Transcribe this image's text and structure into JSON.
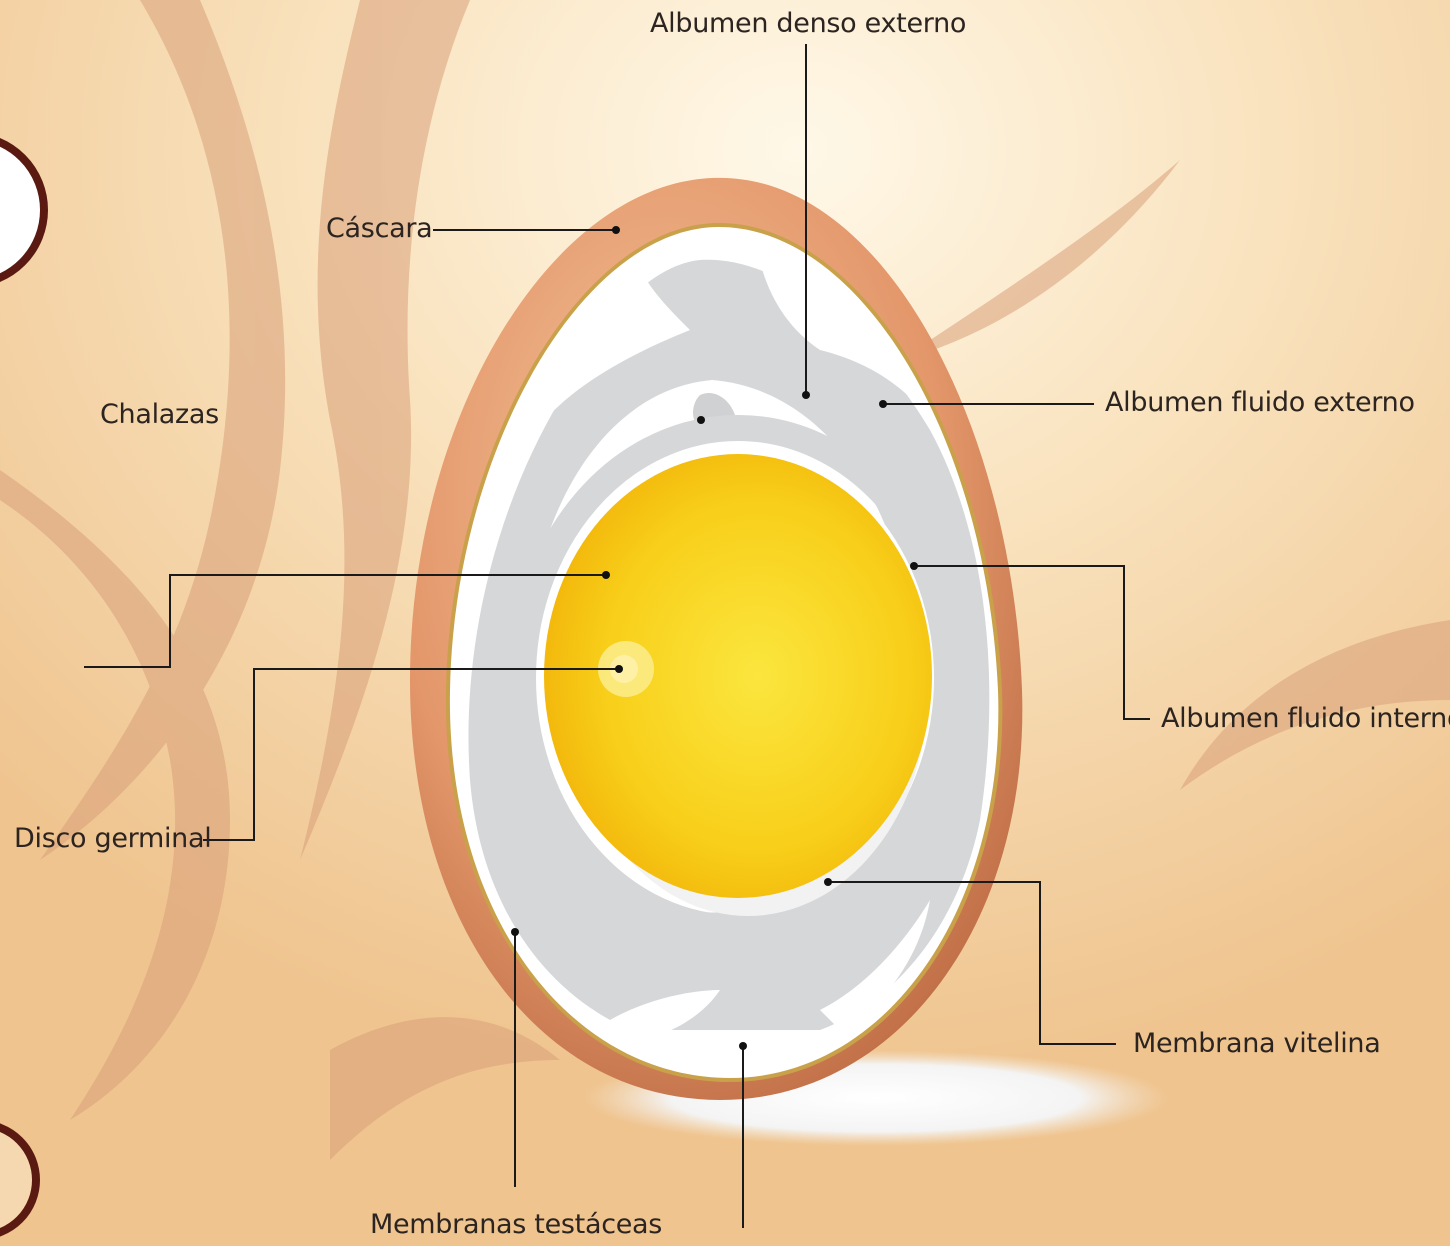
{
  "labels": {
    "albumen_denso_externo": "Albumen denso externo",
    "cascara": "Cáscara",
    "chalazas": "Chalazas",
    "albumen_fluido_externo": "Albumen fluido externo",
    "albumen_fluido_interno": "Albumen fluido interno",
    "disco_germinal": "Disco germinal",
    "membrana_vitelina": "Membrana vitelina",
    "membranas_testaceas": "Membranas testáceas"
  },
  "colors": {
    "background": "#f3cf9f",
    "background_glow": "#fff6e2",
    "feather": "#d8a27c",
    "shell": "#d8875a",
    "shell_light": "#f1b58c",
    "thin_albumen": "#ffffff",
    "thick_albumen": "#d6d8da",
    "yolk": "#f6c10c",
    "yolk_center": "#fbe43a",
    "leader_line": "#1a1a1a",
    "ring": "#5a1a12"
  }
}
